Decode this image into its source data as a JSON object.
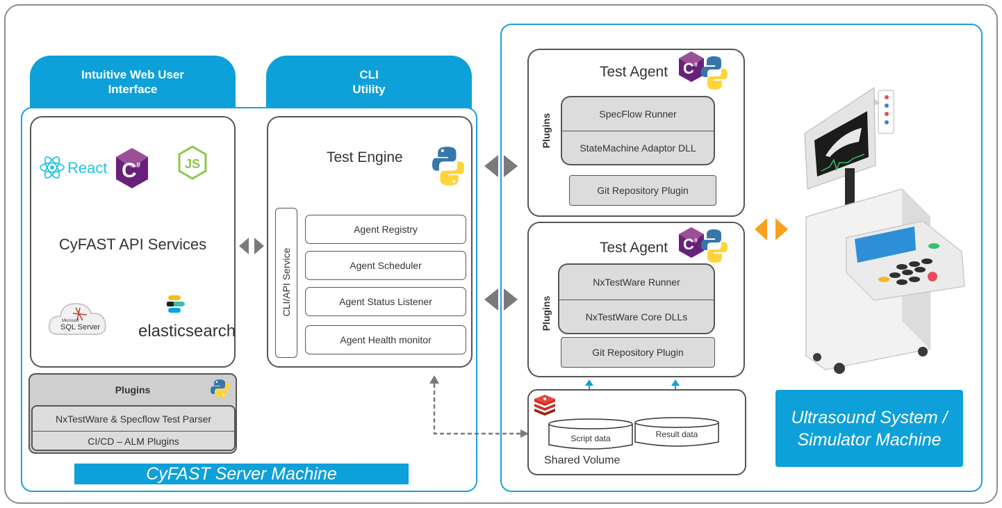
{
  "tabs": {
    "web_ui": "Intuitive Web User Interface",
    "cli": "CLI Utility"
  },
  "api_services": {
    "react_label": "React",
    "title": "CyFAST API Services",
    "sql_label_small": "Microsoft",
    "sql_label": "SQL Server",
    "elastic_label": "elasticsearch"
  },
  "server_plugins": {
    "header": "Plugins",
    "items": [
      "NxTestWare & Specflow Test Parser",
      "CI/CD – ALM Plugins"
    ]
  },
  "server_caption": "CyFAST Server Machine",
  "test_engine": {
    "title": "Test Engine",
    "service_label": "CLI/API Service",
    "services": [
      "Agent Registry",
      "Agent Scheduler",
      "Agent Status Listener",
      "Agent Health monitor"
    ]
  },
  "agent1": {
    "title": "Test Agent",
    "plugins_label": "Plugins",
    "runner": "SpecFlow Runner",
    "adaptor": "StateMachine Adaptor DLL",
    "git": "Git Repository Plugin"
  },
  "agent2": {
    "title": "Test Agent",
    "plugins_label": "Plugins",
    "runner": "NxTestWare Runner",
    "adaptor": "NxTestWare Core DLLs",
    "git": "Git Repository Plugin"
  },
  "shared_volume": {
    "label": "Shared Volume",
    "script": "Script data",
    "result": "Result data"
  },
  "machine_caption": "Ultrasound System / Simulator Machine",
  "colors": {
    "accent": "#0ea0d9",
    "arrow_grey": "#7a7a7a",
    "arrow_orange": "#f7a21b"
  },
  "icons": [
    "react-icon",
    "csharp-icon",
    "nodejs-icon",
    "python-icon",
    "sql-server-icon",
    "elasticsearch-icon",
    "redis-icon",
    "ultrasound-machine-icon"
  ]
}
